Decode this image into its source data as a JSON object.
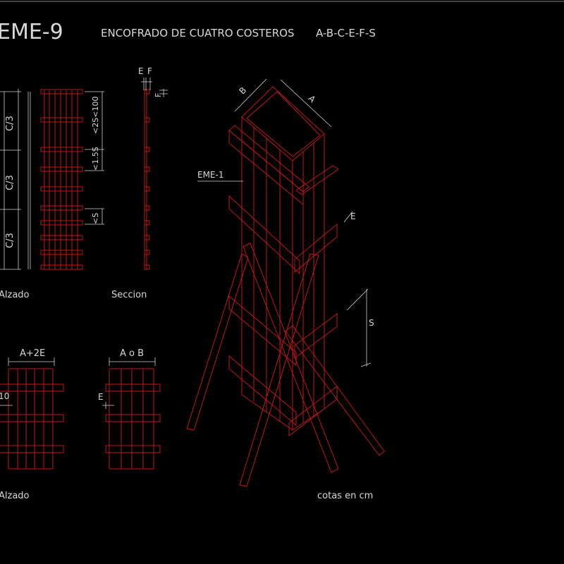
{
  "title": "EME-9",
  "subtitle": "ENCOFRADO DE CUATRO COSTEROS",
  "subtitle_codes": "A-B-C-E-F-S",
  "elevation": {
    "label": "Alzado",
    "dims": [
      "C/3",
      "C/3",
      "C/3"
    ],
    "spacing_labels": [
      "<2S<100",
      "<1.5S",
      "<S"
    ]
  },
  "section": {
    "label": "Seccion",
    "top_labels": [
      "E",
      "F"
    ],
    "side_label": "F"
  },
  "plan_1": {
    "label": "Alzado",
    "width_label": "A+2E",
    "offset_label": "10"
  },
  "plan_2": {
    "width_label": "A o B",
    "offset_label": "E"
  },
  "isometric": {
    "callout": "EME-1",
    "dim_b": "B",
    "dim_a": "A",
    "dim_e": "E",
    "dim_s": "S"
  },
  "note": "cotas en cm",
  "colors": {
    "background": "#000000",
    "geometry": "#c01818",
    "annotation": "#d8d8d8"
  }
}
